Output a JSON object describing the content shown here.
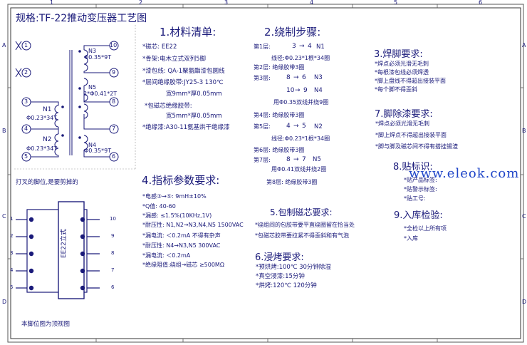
{
  "title": "规格:TF-22推动变压器工艺图",
  "watermark": "www.eleok.com",
  "frame": {
    "rows": [
      "A",
      "B",
      "C",
      "D"
    ],
    "cols": [
      "1",
      "2",
      "3",
      "4",
      "5",
      "6"
    ]
  },
  "schematic": {
    "pins": [
      "1",
      "2",
      "3",
      "4",
      "5",
      "10",
      "9",
      "8",
      "7",
      "6"
    ],
    "n3": "N3",
    "n3_spec": "Φ0.35*9T",
    "n5": "N5",
    "n5_spec": "2*Φ0.41*2T",
    "n1": "N1",
    "n1_spec": "Φ0.23*34T",
    "n2": "N2",
    "n2_spec": "Φ0.23*34T",
    "n4": "N4",
    "n4_spec": "Φ0.35*9T",
    "cut_note": "打叉的脚位,是要剪掉的"
  },
  "pinout": {
    "left_pins": [
      "1",
      "2",
      "3",
      "4",
      "5"
    ],
    "right_pins": [
      "10",
      "9",
      "8",
      "7",
      "6"
    ],
    "core_label": "EE22立式",
    "note": "本脚位图为顶视图"
  },
  "section1": {
    "heading": "1.材料清单:",
    "lines": [
      "*磁芯: EE22",
      "*骨架:电木立式双列5脚",
      "*漆包线: QA-1聚氨酯漆包圆线",
      "*层间绝缘胶带:JY25-3  130℃",
      "宽9mm*厚0.05mm",
      "*包磁芯绝缘胶带:",
      "宽5mm*厚0.05mm",
      "*绝缘漆:A30-11氨基烘干绝缘漆"
    ]
  },
  "section2": {
    "heading": "2.绕制步骤:",
    "step1_label": "第1层:",
    "step1_from": "3",
    "step1_to": "4",
    "step1_name": "N1",
    "step1_wire": "线径:Φ0.23*1根*34圈",
    "step2": "第2层: 绝缘胶带3圈",
    "step3_label": "第3层:",
    "step3_from": "8",
    "step3_to": "6",
    "step3_name": "N3",
    "step3b_from": "10",
    "step3b_to": "9",
    "step3b_name": "N4",
    "step3_wire": "用Φ0.35双线并绕9圈",
    "step4": "第4层: 绝缘胶带3圈",
    "step5_label": "第5层:",
    "step5_from": "4",
    "step5_to": "5",
    "step5_name": "N2",
    "step5_wire": "线径:Φ0.23*1根*34圈",
    "step6": "第6层: 绝缘胶带3圈",
    "step7_label": "第7层:",
    "step7_from": "8",
    "step7_to": "7",
    "step7_name": "N5",
    "step7_wire": "用Φ0.41双线并绕2圈",
    "step8": "第8层: 绝缘胶带3圈"
  },
  "section3": {
    "heading": "3.焊脚要求:",
    "lines": [
      "*焊点必须光滑无毛刺",
      "*每根漆包线必须焊透",
      "*脚上盘线不得超出接装平面",
      "*每个脚不得歪斜"
    ]
  },
  "section4": {
    "heading": "4.指标参数要求:",
    "lines": [
      "*电感③→⑤: 9mH±10%",
      "*Q值: 40-60",
      "*漏感: ≤1.5%(10KHz,1V)",
      "*耐压性: N1,N2→N3,N4,N5 1500VAC",
      "*漏电流: ＜0.2mA  不得有杂声",
      "*耐压性: N4→N3,N5 300VAC",
      "*漏电流: ＜0.2mA",
      "*绝缘阻值:绕组→磁芯 ≥500MΩ"
    ]
  },
  "section5": {
    "heading": "5.包制磁芯要求:",
    "lines": [
      "*绕组间的包胶带要平直绕圈留在恰当处",
      "*包磁芯胶带要拉紧不得歪斜和有气泡"
    ]
  },
  "section6": {
    "heading": "6.浸烤要求:",
    "lines": [
      "*预烘烤:100℃ 30分钟除湿",
      "*真空浸漆:15分钟",
      "*烘烤:120℃ 120分钟"
    ]
  },
  "section7": {
    "heading": "7.脚除漆要求:",
    "lines": [
      "*焊点必须光滑无毛刺",
      "*脚上焊点不得超出接装平面",
      "*脚与脚及磁芯间不得有搭挂锡渣"
    ]
  },
  "section8": {
    "heading": "8.贴标识:",
    "lines": [
      "*贴产品标签:",
      "*贴警示标签:",
      "*贴工号:"
    ]
  },
  "section9": {
    "heading": "9.入库检验:",
    "lines": [
      "*全检以上所有项",
      "*入库"
    ]
  },
  "colors": {
    "ink": "#1a1a7a",
    "frame": "#333333",
    "watermark": "#1e44c8"
  }
}
